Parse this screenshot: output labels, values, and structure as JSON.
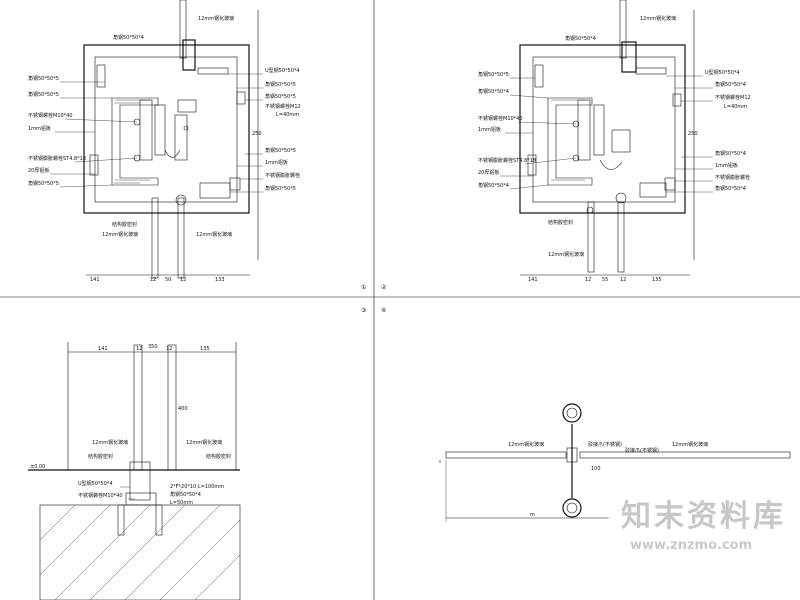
{
  "panel_numbers": {
    "p1": "①",
    "p2": "②",
    "p3": "③",
    "p4": "④"
  },
  "p1": {
    "labels": {
      "top_glass": "12mm钢化玻璃",
      "l1": "角钢50*50*4",
      "l2": "角钢50*50*5",
      "l3": "角钢50*50*5",
      "l4": "不锈钢螺栓M10*40",
      "l5": "1mm铝板",
      "l6": "不锈钢膨胀螺栓ST4.8*18",
      "l7": "20厚铝板",
      "l8": "角钢50*50*5",
      "r1": "U型钢50*50*4",
      "r2": "角钢50*50*5",
      "r3": "角钢50*50*5",
      "r4": "不锈钢螺栓M12",
      "r5": "L=40mm",
      "r6": "角钢50*50*5",
      "r7": "1mm铝板",
      "r8": "不锈钢膨胀螺栓",
      "r9": "角钢50*50*5",
      "b1": "结构胶密封",
      "b2": "12mm钢化玻璃",
      "b3": "12mm钢化玻璃"
    },
    "dims": {
      "d1": "141",
      "d2": "12",
      "d3": "50",
      "d4": "12",
      "d5": "133",
      "d6": "250"
    }
  },
  "p2": {
    "labels": {
      "top_glass": "12mm钢化玻璃",
      "l0": "角钢50*50*4",
      "l1": "角钢50*50*5",
      "l2": "角钢50*50*4",
      "l3": "不锈钢螺栓M10*40",
      "l4": "1mm铝板",
      "l5": "不锈钢膨胀螺栓ST4.8*18",
      "l6": "20厚铝板",
      "l7": "角钢50*50*4",
      "r1": "U型钢50*50*4",
      "r2": "角钢50*50*4",
      "r3": "不锈钢螺栓M12",
      "r4": "L=40mm",
      "r5": "角钢50*50*4",
      "r6": "1mm铝板",
      "r7": "不锈钢膨胀螺栓",
      "r8": "角钢50*50*4",
      "b1": "结构胶密封",
      "b2": "12mm钢化玻璃"
    },
    "dims": {
      "d1": "141",
      "d2": "12",
      "d3": "55",
      "d4": "12",
      "d5": "135",
      "d6": "250"
    }
  },
  "p3": {
    "labels": {
      "g1": "12mm钢化玻璃",
      "g2": "12mm钢化玻璃",
      "side_l": "结构胶密封",
      "side_r": "结构胶密封",
      "floor": "±0.00",
      "u": "U型钢50*50*4",
      "bolt": "不锈钢螺栓M10*40",
      "e1": "2*F*20*10 L=100mm",
      "e2": "角钢50*50*4",
      "e3": "L=50mm"
    },
    "dims": {
      "top": "350",
      "d1": "141",
      "d2": "12",
      "d3": "12",
      "d4": "135",
      "v1": "400"
    }
  },
  "p4": {
    "labels": {
      "g1": "12mm钢化玻璃",
      "f1": "驳接爪(不锈钢)",
      "f2": "驳接爪(不锈钢)",
      "g2": "12mm钢化玻璃"
    },
    "dims": {
      "d1": "100",
      "d2": "m"
    }
  },
  "watermark": {
    "text": "知末资料库",
    "url": "www.znzmo.com"
  }
}
